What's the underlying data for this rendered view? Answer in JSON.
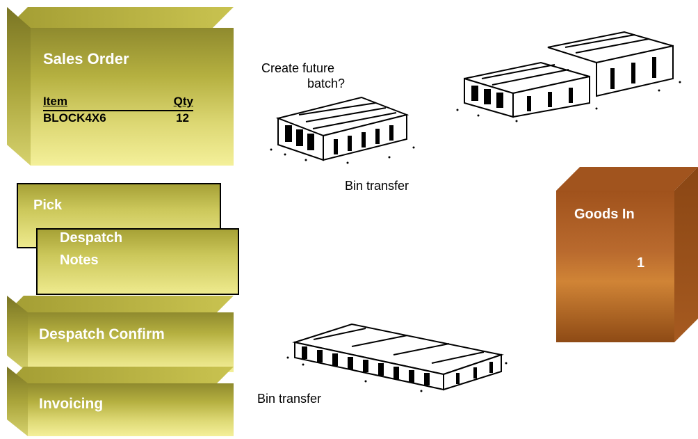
{
  "sales_order": {
    "title": "Sales Order",
    "col_item": "Item",
    "col_qty": "Qty",
    "row_item": "BLOCK4X6",
    "row_qty": "12"
  },
  "pick": {
    "label": "Pick"
  },
  "despatch_notes": {
    "line1": "Despatch",
    "line2": "Notes"
  },
  "despatch_confirm": {
    "label": "Despatch Confirm"
  },
  "invoicing": {
    "label": "Invoicing"
  },
  "goods_in": {
    "title": "Goods In",
    "value": "1"
  },
  "annotations": {
    "create_future_line1": "Create future",
    "create_future_line2": "batch?",
    "bin_transfer_top": "Bin transfer",
    "bin_transfer_bottom": "Bin transfer"
  },
  "colors": {
    "olive_box": "#cbc75a",
    "goods_in_box": "#b96a2e",
    "label_text": "#ffffff"
  },
  "icons": [
    "cinder-block-stack-small",
    "cinder-block-stack-large",
    "cinder-block-row"
  ]
}
